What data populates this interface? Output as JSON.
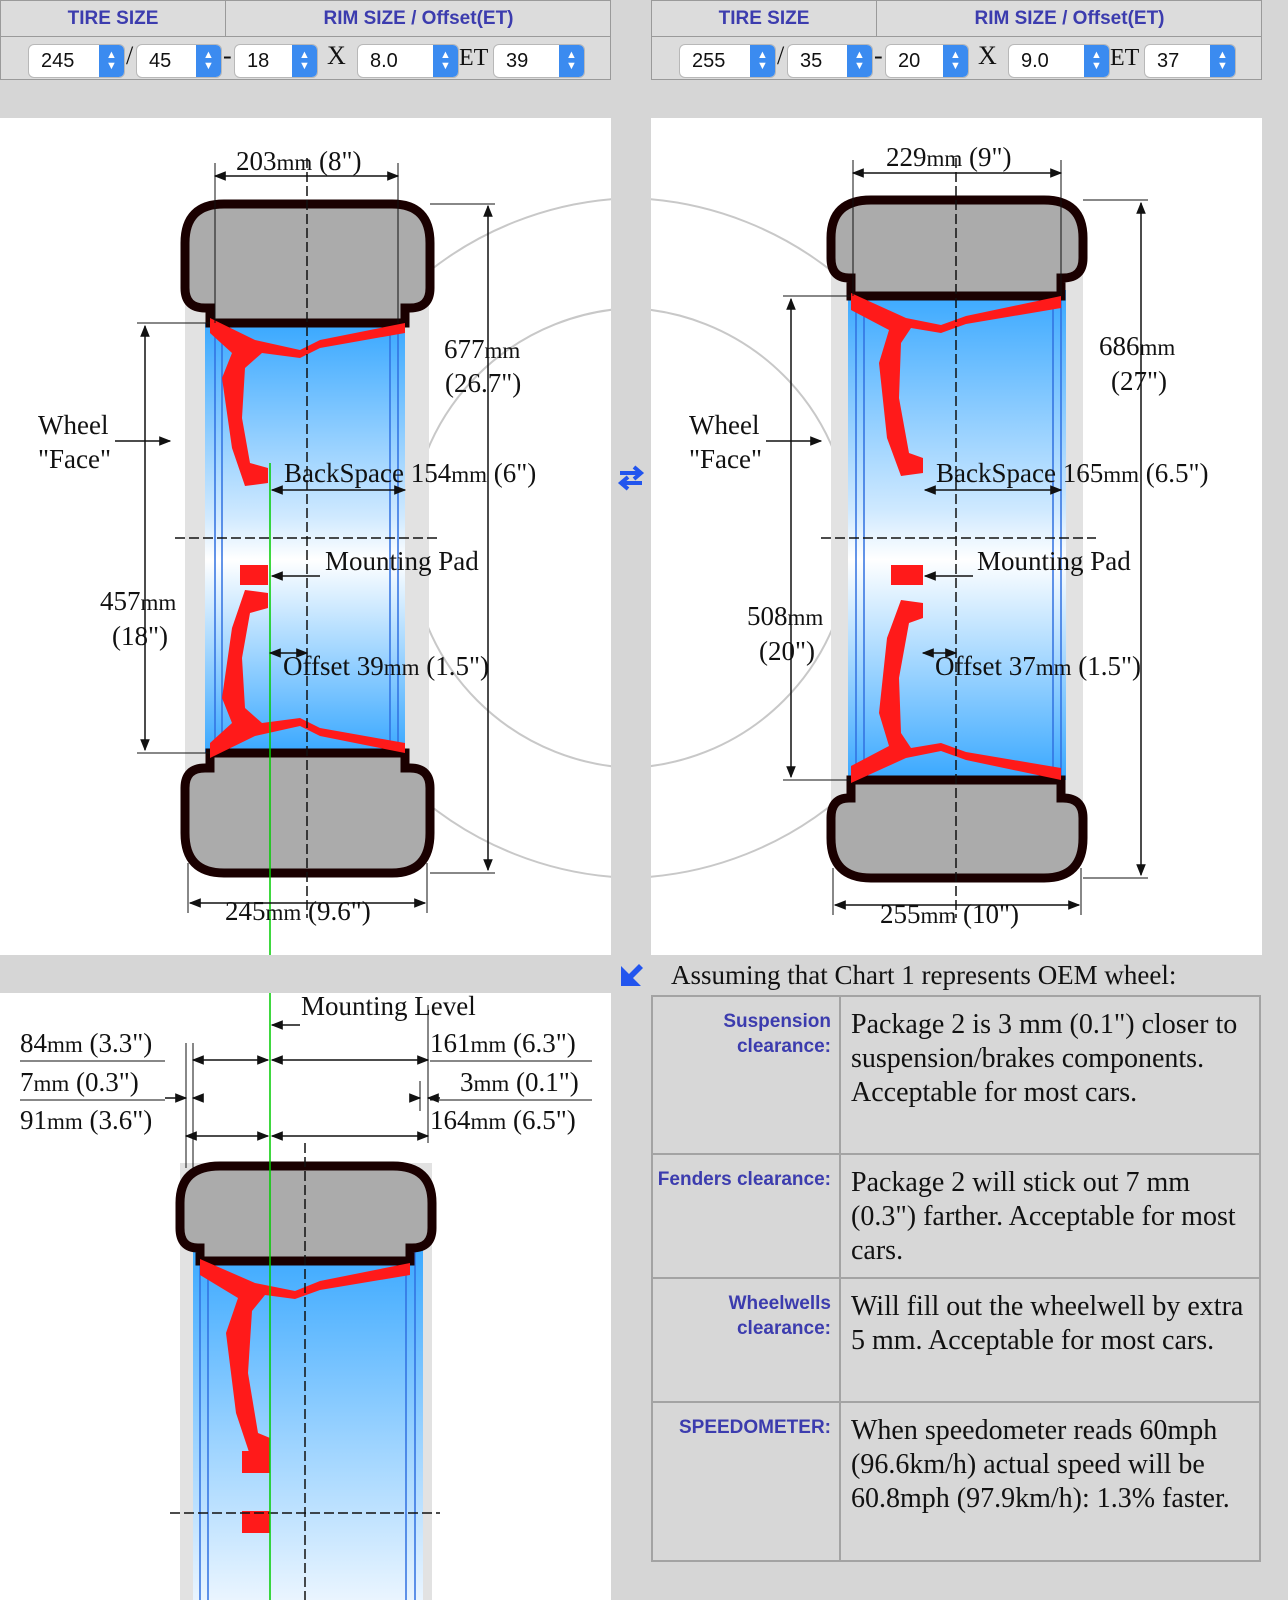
{
  "left_package": {
    "tire_size_header": "TIRE SIZE",
    "rim_size_header": "RIM SIZE / Offset(ET)",
    "tire_width": "245",
    "aspect_ratio": "45",
    "rim_diameter": "18",
    "rim_width": "8.0",
    "offset": "39",
    "sep_slash": "/",
    "sep_dash": "-",
    "sep_x": "X",
    "et_label": "ET"
  },
  "right_package": {
    "tire_size_header": "TIRE SIZE",
    "rim_size_header": "RIM SIZE / Offset(ET)",
    "tire_width": "255",
    "aspect_ratio": "35",
    "rim_diameter": "20",
    "rim_width": "9.0",
    "offset": "37",
    "sep_slash": "/",
    "sep_dash": "-",
    "sep_x": "X",
    "et_label": "ET"
  },
  "diagram1": {
    "rim_width_mm": "203",
    "rim_width_in": "(8\")",
    "overall_diameter_mm": "677",
    "overall_diameter_in": "(26.7\")",
    "wheel_label": "Wheel",
    "face_label": "\"Face\"",
    "backspace_label": "BackSpace",
    "backspace_mm": "154",
    "backspace_in": "(6\")",
    "mounting_pad_label": "Mounting Pad",
    "rim_diameter_mm": "457",
    "rim_diameter_in": "(18\")",
    "offset_label": "Offset",
    "offset_mm": "39",
    "offset_in": "(1.5\")",
    "tire_width_mm": "245",
    "tire_width_in": "(9.6\")"
  },
  "diagram2": {
    "rim_width_mm": "229",
    "rim_width_in": "(9\")",
    "overall_diameter_mm": "686",
    "overall_diameter_in": "(27\")",
    "wheel_label": "Wheel",
    "face_label": "\"Face\"",
    "backspace_label": "BackSpace",
    "backspace_mm": "165",
    "backspace_in": "(6.5\")",
    "mounting_pad_label": "Mounting Pad",
    "rim_diameter_mm": "508",
    "rim_diameter_in": "(20\")",
    "offset_label": "Offset",
    "offset_mm": "37",
    "offset_in": "(1.5\")",
    "tire_width_mm": "255",
    "tire_width_in": "(10\")"
  },
  "comparison": {
    "mounting_level_label": "Mounting Level",
    "left_row1_mm": "84",
    "left_row1_in": "(3.3\")",
    "left_row2_mm": "7",
    "left_row2_in": "(0.3\")",
    "left_row3_mm": "91",
    "left_row3_in": "(3.6\")",
    "right_row1_mm": "161",
    "right_row1_in": "(6.3\")",
    "right_row2_mm": "3",
    "right_row2_in": "(0.1\")",
    "right_row3_mm": "164",
    "right_row3_in": "(6.5\")",
    "mm_unit": "mm"
  },
  "assumption_text": "Assuming that Chart 1 represents OEM wheel:",
  "results": [
    {
      "key": "Suspension clearance:",
      "value": "Package 2 is 3 mm (0.1\") closer to suspension/brakes components. Acceptable for most cars."
    },
    {
      "key": "Fenders clearance:",
      "value": "Package 2 will stick out 7 mm (0.3\") farther. Acceptable for most cars."
    },
    {
      "key": "Wheelwells clearance:",
      "value": "Will fill out the wheelwell by extra 5 mm. Acceptable for most cars."
    },
    {
      "key": "SPEEDOMETER:",
      "value": "When speedometer reads 60mph (96.6km/h) actual speed will be 60.8mph (97.9km/h): 1.3% faster."
    }
  ],
  "colors": {
    "header_text": "#3c3cae",
    "spinner": "#3b8bf0",
    "wheel_red": "#ff1a1a",
    "tire_gray": "#a8a8a8",
    "swap_icon": "#2255ee",
    "mounting_line": "#00cc00"
  },
  "icons": {
    "swap": "swap-arrows-icon",
    "corner_arrow": "corner-arrow-icon"
  }
}
